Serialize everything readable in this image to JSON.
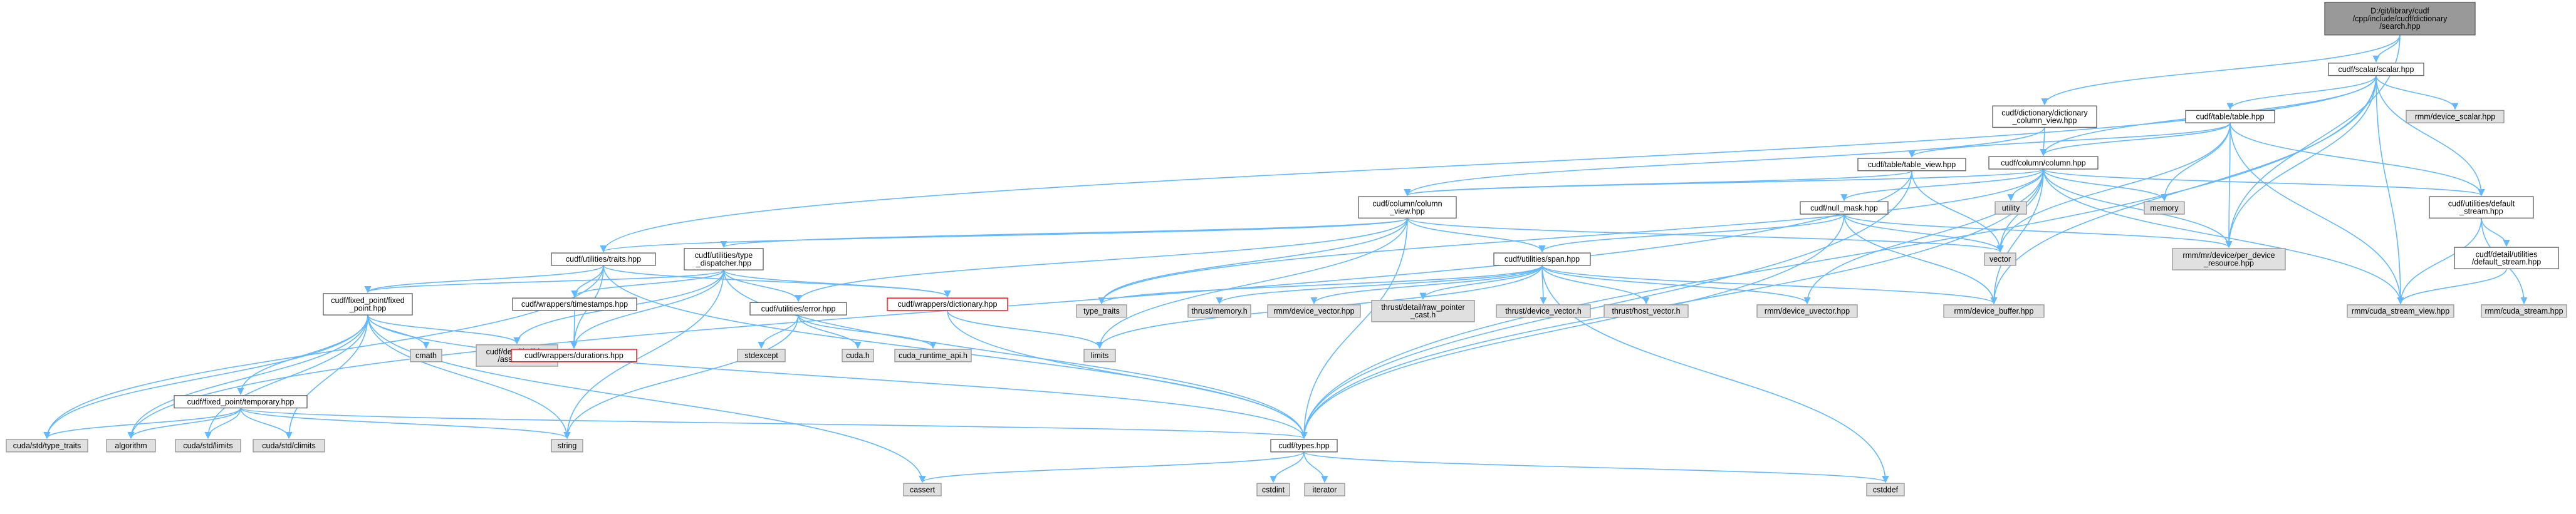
{
  "diagram": {
    "kind": "include dependency graph",
    "colors": {
      "root_fill": "#999999",
      "root_stroke": "#666666",
      "normal_fill": "#ffffff",
      "normal_stroke": "#666666",
      "external_fill": "#e0e0e0",
      "external_stroke": "#999999",
      "missing_stroke": "#ff0000",
      "edge": "#63b8ff"
    },
    "nodes": [
      {
        "id": "search",
        "style": "root",
        "lines": [
          "D:/git/library/cudf",
          "/cpp/include/cudf/dictionary",
          "/search.hpp"
        ]
      },
      {
        "id": "scalar",
        "style": "normal",
        "lines": [
          "cudf/scalar/scalar.hpp"
        ]
      },
      {
        "id": "dictcolview",
        "style": "normal",
        "lines": [
          "cudf/dictionary/dictionary",
          "_column_view.hpp"
        ]
      },
      {
        "id": "table",
        "style": "normal",
        "lines": [
          "cudf/table/table.hpp"
        ]
      },
      {
        "id": "devscalar",
        "style": "external",
        "lines": [
          "rmm/device_scalar.hpp"
        ]
      },
      {
        "id": "column",
        "style": "normal",
        "lines": [
          "cudf/column/column.hpp"
        ]
      },
      {
        "id": "tableview",
        "style": "normal",
        "lines": [
          "cudf/table/table_view.hpp"
        ]
      },
      {
        "id": "utility",
        "style": "external",
        "lines": [
          "utility"
        ]
      },
      {
        "id": "memory",
        "style": "external",
        "lines": [
          "memory"
        ]
      },
      {
        "id": "defstream",
        "style": "normal",
        "lines": [
          "cudf/utilities/default",
          "_stream.hpp"
        ]
      },
      {
        "id": "colview",
        "style": "normal",
        "lines": [
          "cudf/column/column",
          "_view.hpp"
        ]
      },
      {
        "id": "nullmask",
        "style": "normal",
        "lines": [
          "cudf/null_mask.hpp"
        ]
      },
      {
        "id": "detdefstream",
        "style": "normal",
        "lines": [
          "cudf/detail/utilities",
          "/default_stream.hpp"
        ]
      },
      {
        "id": "vector",
        "style": "external",
        "lines": [
          "vector"
        ]
      },
      {
        "id": "perdevres",
        "style": "external",
        "lines": [
          "rmm/mr/device/per_device",
          "_resource.hpp"
        ]
      },
      {
        "id": "traits",
        "style": "normal",
        "lines": [
          "cudf/utilities/traits.hpp"
        ]
      },
      {
        "id": "typedisp",
        "style": "normal",
        "lines": [
          "cudf/utilities/type",
          "_dispatcher.hpp"
        ]
      },
      {
        "id": "span",
        "style": "normal",
        "lines": [
          "cudf/utilities/span.hpp"
        ]
      },
      {
        "id": "fpfixed",
        "style": "normal",
        "lines": [
          "cudf/fixed_point/fixed",
          "_point.hpp"
        ]
      },
      {
        "id": "timestamps",
        "style": "normal",
        "lines": [
          "cudf/wrappers/timestamps.hpp"
        ]
      },
      {
        "id": "error",
        "style": "normal",
        "lines": [
          "cudf/utilities/error.hpp"
        ]
      },
      {
        "id": "dictwrap",
        "style": "missing",
        "lines": [
          "cudf/wrappers/dictionary.hpp"
        ]
      },
      {
        "id": "typetraits",
        "style": "external",
        "lines": [
          "type_traits"
        ]
      },
      {
        "id": "thrustmem",
        "style": "external",
        "lines": [
          "thrust/memory.h"
        ]
      },
      {
        "id": "devvector",
        "style": "external",
        "lines": [
          "rmm/device_vector.hpp"
        ]
      },
      {
        "id": "rawptr",
        "style": "external",
        "lines": [
          "thrust/detail/raw_pointer",
          "_cast.h"
        ]
      },
      {
        "id": "thrustdev",
        "style": "external",
        "lines": [
          "thrust/device_vector.h"
        ]
      },
      {
        "id": "thrusthost",
        "style": "external",
        "lines": [
          "thrust/host_vector.h"
        ]
      },
      {
        "id": "devuvector",
        "style": "external",
        "lines": [
          "rmm/device_uvector.hpp"
        ]
      },
      {
        "id": "devbuffer",
        "style": "external",
        "lines": [
          "rmm/device_buffer.hpp"
        ]
      },
      {
        "id": "cudastreamview",
        "style": "external",
        "lines": [
          "rmm/cuda_stream_view.hpp"
        ]
      },
      {
        "id": "cudastream",
        "style": "external",
        "lines": [
          "rmm/cuda_stream.hpp"
        ]
      },
      {
        "id": "cmath",
        "style": "external",
        "lines": [
          "cmath"
        ]
      },
      {
        "id": "assertcuh",
        "style": "external",
        "lines": [
          "cudf/detail/utilities",
          "/assert.cuh"
        ]
      },
      {
        "id": "durations",
        "style": "missing",
        "lines": [
          "cudf/wrappers/durations.hpp"
        ]
      },
      {
        "id": "stdexcept",
        "style": "external",
        "lines": [
          "stdexcept"
        ]
      },
      {
        "id": "cudah",
        "style": "external",
        "lines": [
          "cuda.h"
        ]
      },
      {
        "id": "cudart",
        "style": "external",
        "lines": [
          "cuda_runtime_api.h"
        ]
      },
      {
        "id": "limits",
        "style": "external",
        "lines": [
          "limits"
        ]
      },
      {
        "id": "fptemp",
        "style": "normal",
        "lines": [
          "cudf/fixed_point/temporary.hpp"
        ]
      },
      {
        "id": "cudatypetraits",
        "style": "external",
        "lines": [
          "cuda/std/type_traits"
        ]
      },
      {
        "id": "algorithm",
        "style": "external",
        "lines": [
          "algorithm"
        ]
      },
      {
        "id": "cudalimits",
        "style": "external",
        "lines": [
          "cuda/std/limits"
        ]
      },
      {
        "id": "cudaclimits",
        "style": "external",
        "lines": [
          "cuda/std/climits"
        ]
      },
      {
        "id": "string",
        "style": "external",
        "lines": [
          "string"
        ]
      },
      {
        "id": "types",
        "style": "normal",
        "lines": [
          "cudf/types.hpp"
        ]
      },
      {
        "id": "cassert",
        "style": "external",
        "lines": [
          "cassert"
        ]
      },
      {
        "id": "cstdint",
        "style": "external",
        "lines": [
          "cstdint"
        ]
      },
      {
        "id": "iterator",
        "style": "external",
        "lines": [
          "iterator"
        ]
      },
      {
        "id": "cstddef",
        "style": "external",
        "lines": [
          "cstddef"
        ]
      }
    ]
  }
}
